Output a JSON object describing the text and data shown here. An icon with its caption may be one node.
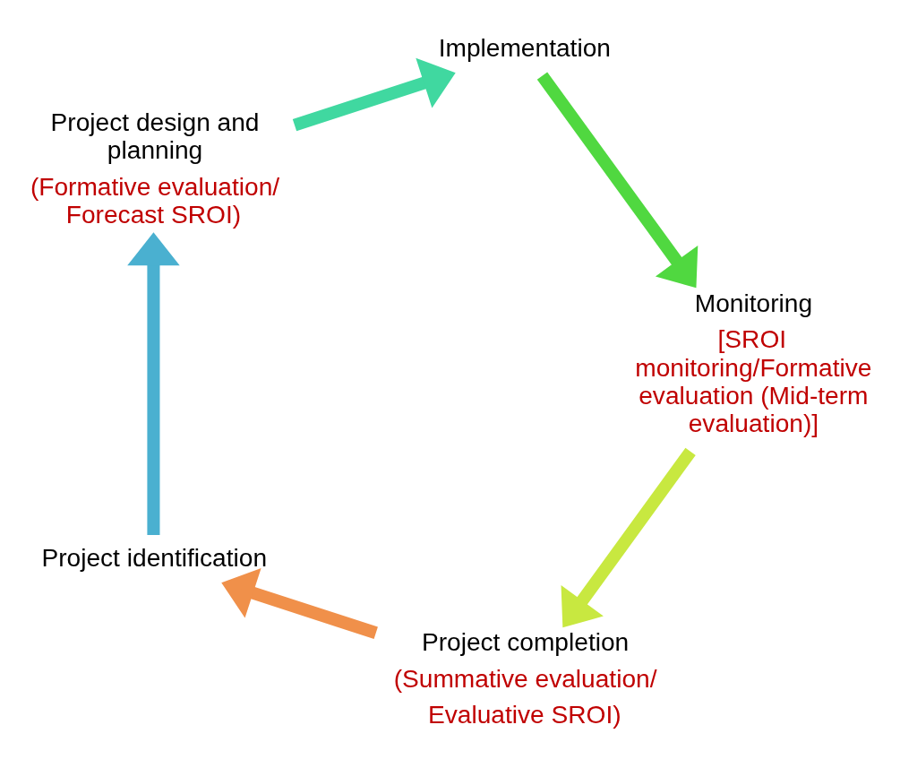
{
  "diagram": {
    "nodes": [
      {
        "text": [
          "Project completion",
          "(Summative evaluation/",
          "Evaluative SROI)"
        ]
      },
      {
        "text": [
          "Project identification"
        ]
      },
      {
        "text": [
          "Project design and planning",
          "(Formative evaluation/ Forecast SROI)"
        ]
      },
      {
        "text": [
          "Implementation"
        ]
      },
      {
        "text": [
          "Monitoring",
          "[SROI monitoring/Formative evaluation (Mid-term evaluation)]"
        ]
      }
    ],
    "edges": [
      {
        "from": 0,
        "to": 1,
        "arrow": "to",
        "color": "#f0904a"
      },
      {
        "from": 1,
        "to": 2,
        "arrow": "to",
        "color": "#4ab0d0"
      },
      {
        "from": 2,
        "to": 3,
        "arrow": "to",
        "color": "#40d8a0"
      },
      {
        "from": 3,
        "to": 4,
        "arrow": "to",
        "color": "#50d840"
      },
      {
        "from": 4,
        "to": 0,
        "arrow": "to",
        "color": "#c8e840"
      }
    ]
  }
}
